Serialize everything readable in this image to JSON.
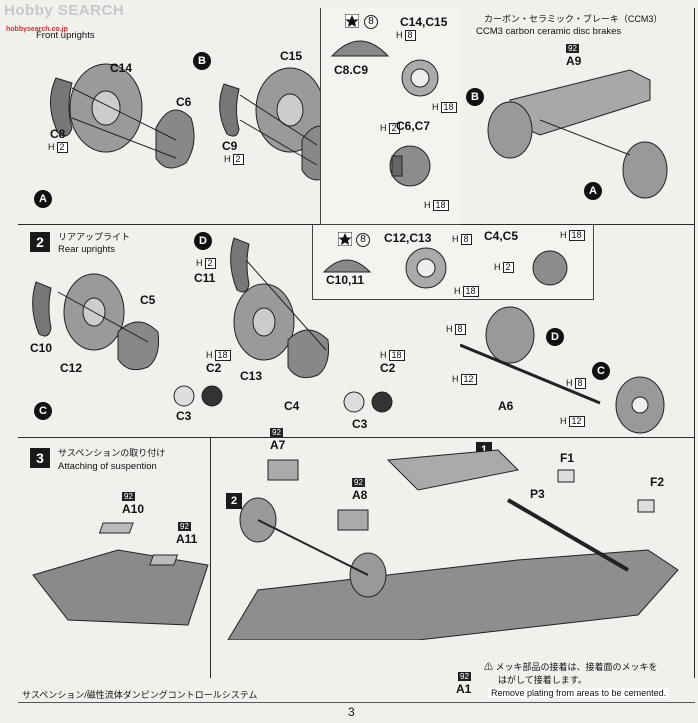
{
  "watermark": "Hobby SEARCH",
  "watermark_sub": "hobbysearch.co.jp",
  "step1": {
    "title_en": "Front uprights",
    "labels": {
      "c14": "C14",
      "c6": "C6",
      "c8": "C8",
      "c15": "C15",
      "c7": "C7",
      "c9": "C9"
    },
    "letter_a": "A",
    "letter_b": "B",
    "h2": "H",
    "h2n": "2",
    "inset": {
      "star_num": "8",
      "c8c9": "C8.C9",
      "c14c15": "C14,C15",
      "h8": "H",
      "h8n": "8",
      "h18": "H",
      "h18n": "18",
      "h2": "H",
      "h2n": "2",
      "c6c7": "C6,C7",
      "h18b": "H",
      "h18bn": "18"
    }
  },
  "ccm": {
    "title_jp": "カーボン・セラミック・ブレーキ（CCM3）",
    "title_en": "CCM3 carbon ceramic disc brakes",
    "tag": "92",
    "a9": "A9",
    "b": "B",
    "a": "A"
  },
  "step2": {
    "num": "2",
    "title_jp": "リアアップライト",
    "title_en": "Rear uprights",
    "labels": {
      "c10": "C10",
      "c12": "C12",
      "c5": "C5",
      "c2": "C2",
      "c3": "C3",
      "c11": "C11",
      "c13": "C13",
      "c4": "C4",
      "c2b": "C2",
      "c3b": "C3"
    },
    "letter_c": "C",
    "letter_d": "D",
    "h2": "H",
    "h2n": "2",
    "h18": "H",
    "h18n": "18",
    "h18b": "H",
    "h18bn": "18",
    "inset": {
      "star_num": "8",
      "c1011": "C10,11",
      "c12c13": "C12,C13",
      "h8": "H",
      "h8n": "8",
      "h18": "H",
      "h18n": "18",
      "c4c5": "C4,C5",
      "h18b": "H",
      "h18bn": "18",
      "h2": "H",
      "h2n": "2"
    }
  },
  "rear_assy": {
    "a6": "A6",
    "d": "D",
    "c": "C",
    "h8": "H",
    "h8n": "8",
    "h12": "H",
    "h12n": "12",
    "h8b": "H",
    "h8bn": "8",
    "h12b": "H",
    "h12bn": "12"
  },
  "step3": {
    "num": "3",
    "title_jp": "サスペンションの取り付け",
    "title_en": "Attaching of suspention",
    "tag1": "92",
    "a10": "A10",
    "tag2": "92",
    "a11": "A11",
    "tag3": "92",
    "a7": "A7",
    "tag4": "92",
    "a8": "A8",
    "one": "1",
    "two": "2",
    "f1": "F1",
    "f2": "F2",
    "p3": "P3",
    "tag5": "92",
    "a1": "A1",
    "warn_jp1": "メッキ部品の接着は、接着面のメッキを",
    "warn_jp2": "はがして接着します。",
    "warn_en": "Remove plating from areas to be cemented."
  },
  "footer": {
    "jp": "サスペンション/磁性流体ダンピングコントロールシステム",
    "page": "3"
  }
}
